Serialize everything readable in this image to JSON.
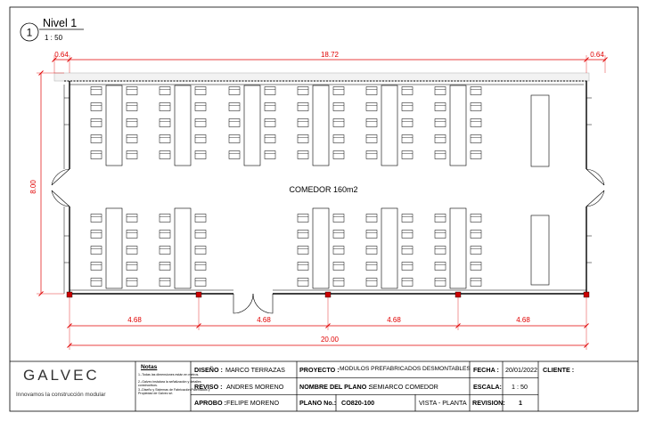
{
  "view": {
    "number": "1",
    "title": "Nivel 1",
    "scale": "1 : 50"
  },
  "room": {
    "label": "COMEDOR 160m2"
  },
  "dimensions": {
    "top_left": "0.64",
    "top_center": "18.72",
    "top_right": "0.64",
    "left_height": "8.00",
    "bays": [
      "4.68",
      "4.68",
      "4.68",
      "4.68"
    ],
    "total": "20.00"
  },
  "colors": {
    "dimension": "#e00000",
    "line": "#000000",
    "column": "#cc0000"
  },
  "title_block": {
    "company": "GALVEC",
    "tagline": "Innovamos la construcción modular",
    "notes_title": "Notas",
    "notes": [
      "1.-Todas las dimensiones están en metros.",
      "2.-Galvec instalara la señalización y detalles constructivos.",
      "3.-Diseño y Sistemas de Fabricación Patentados y Propiedad de Galvec srl."
    ],
    "diseno_label": "DISEÑO :",
    "diseno_value": "MARCO TERRAZAS",
    "reviso_label": "REVISO :",
    "reviso_value": "ANDRES MORENO",
    "aprobo_label": "APROBO :",
    "aprobo_value": "FELIPE MORENO",
    "proyecto_label": "PROYECTO :",
    "proyecto_value": "MODULOS PREFABRICADOS DESMONTABLES",
    "nombre_label": "NOMBRE DEL PLANO :",
    "nombre_value": "SEMIARCO COMEDOR",
    "plano_label": "PLANO No.:",
    "plano_value": "CO820-100",
    "vista_value": "VISTA - PLANTA",
    "fecha_label": "FECHA :",
    "fecha_value": "20/01/2022",
    "escala_label": "ESCALA:",
    "escala_value": "1 : 50",
    "revision_label": "REVISION:",
    "revision_value": "1",
    "cliente_label": "CLIENTE :"
  }
}
